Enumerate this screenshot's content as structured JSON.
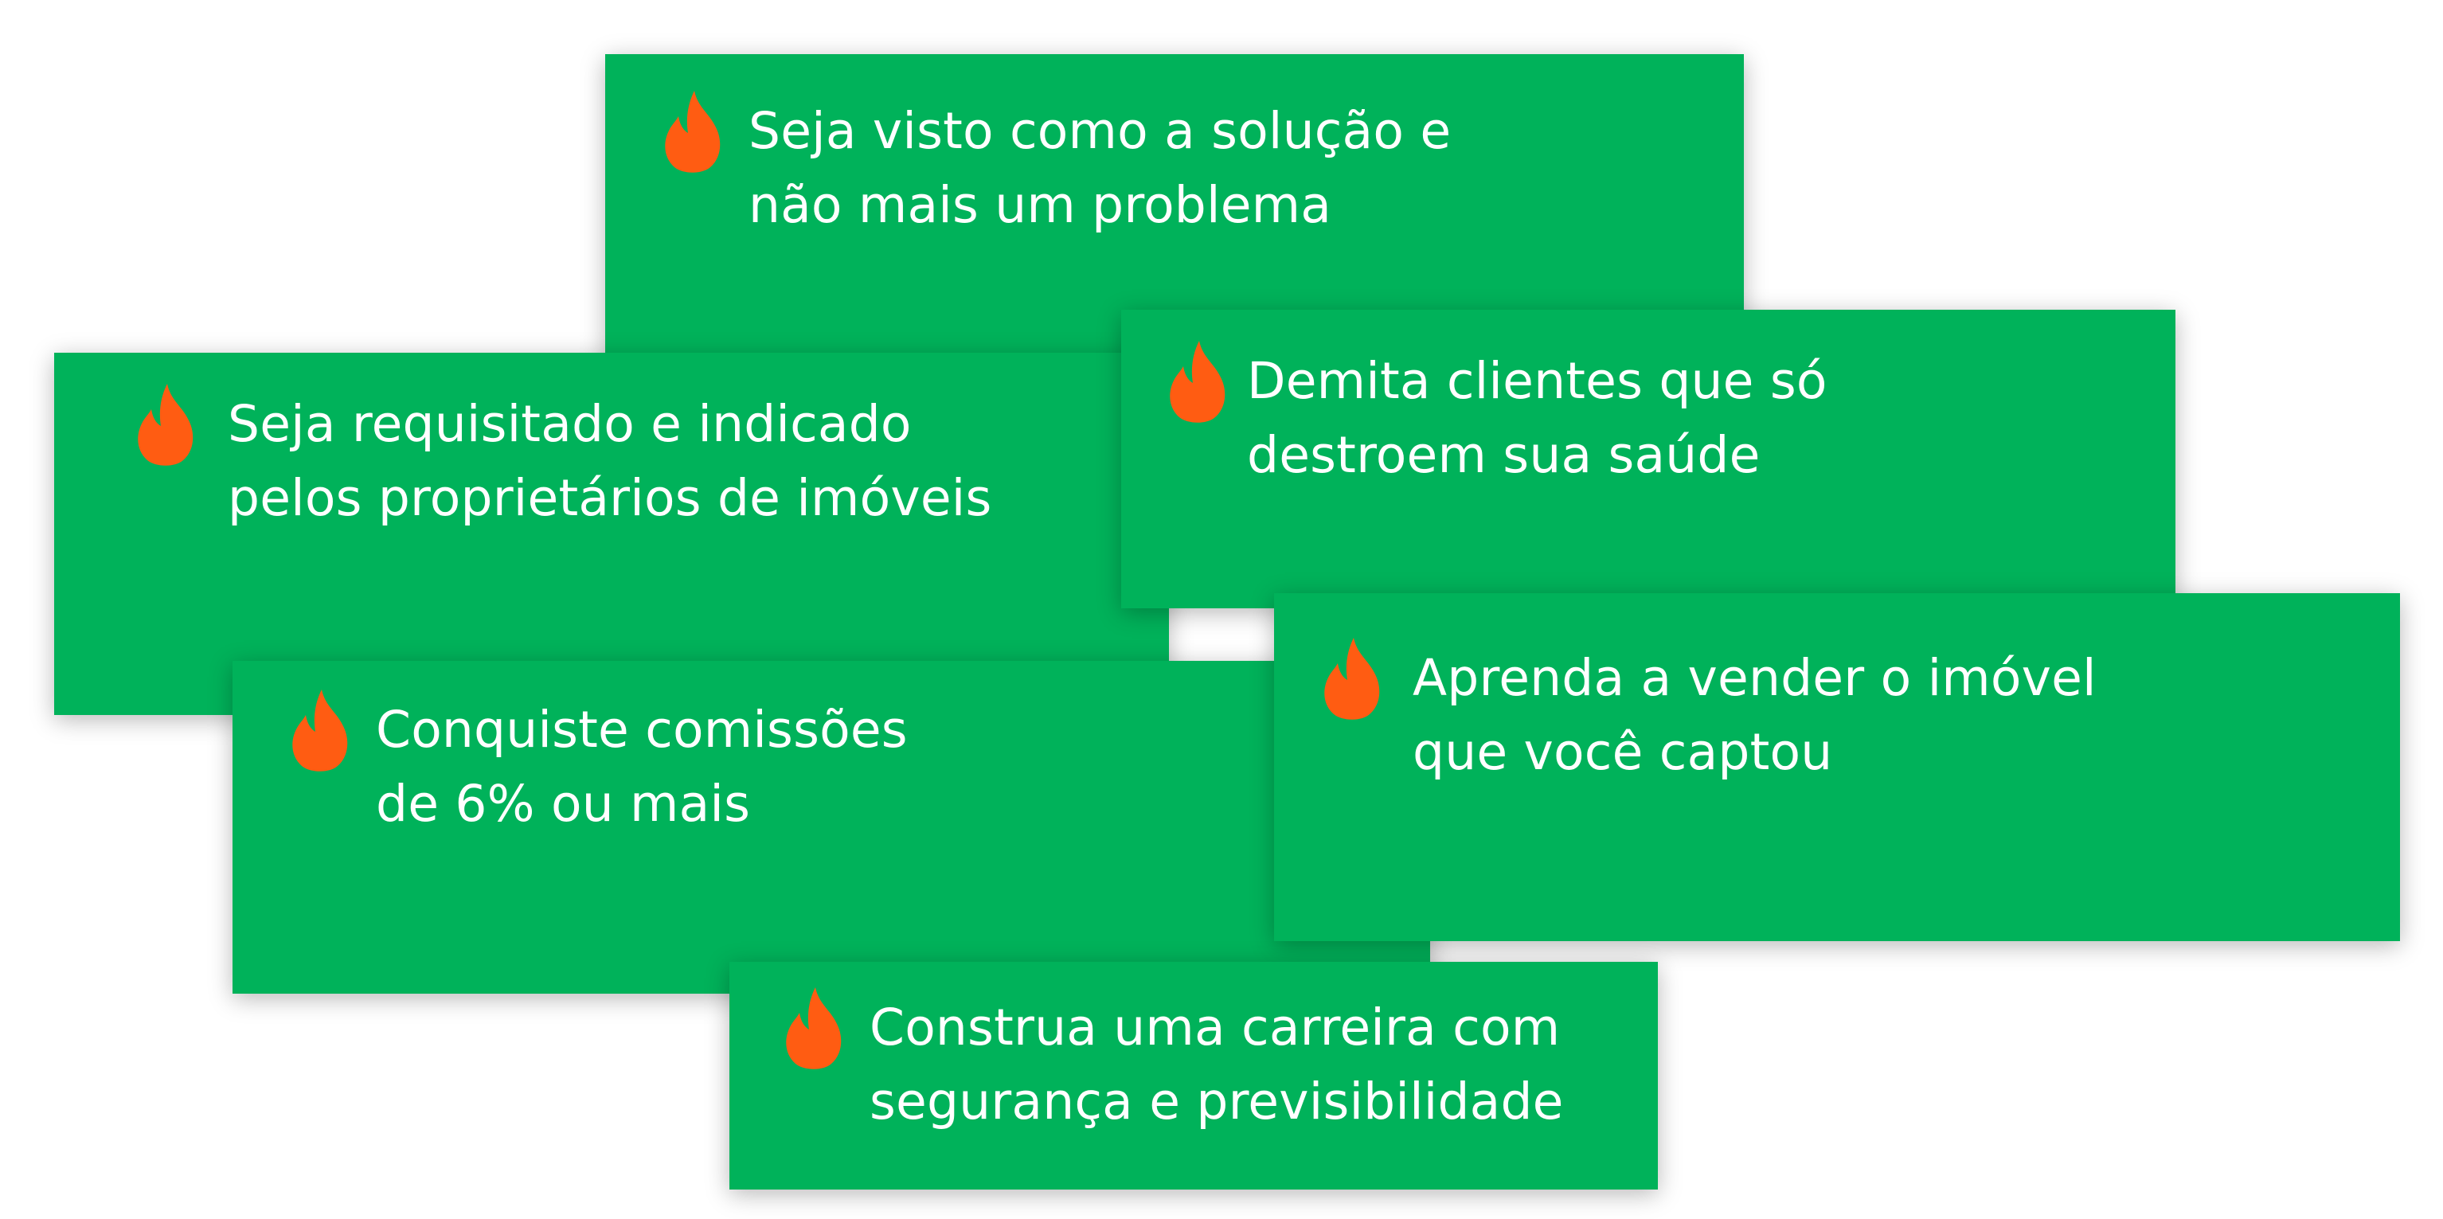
{
  "colors": {
    "card_background": "#00b25a",
    "text": "#ffffff",
    "icon": "#ff5c12",
    "page_background": "#ffffff"
  },
  "icon_name": "fire-icon",
  "cards": [
    {
      "lines": [
        "Seja visto como a solução e",
        "não mais um problema"
      ]
    },
    {
      "lines": [
        "Seja requisitado e indicado",
        "pelos proprietários de imóveis"
      ]
    },
    {
      "lines": [
        "Demita clientes que só",
        "destroem sua saúde"
      ]
    },
    {
      "lines": [
        "Conquiste comissões",
        "de 6% ou mais"
      ]
    },
    {
      "lines": [
        "Aprenda a vender o imóvel",
        "que você captou"
      ]
    },
    {
      "lines": [
        "Construa uma carreira com",
        "segurança e previsibilidade"
      ]
    }
  ]
}
